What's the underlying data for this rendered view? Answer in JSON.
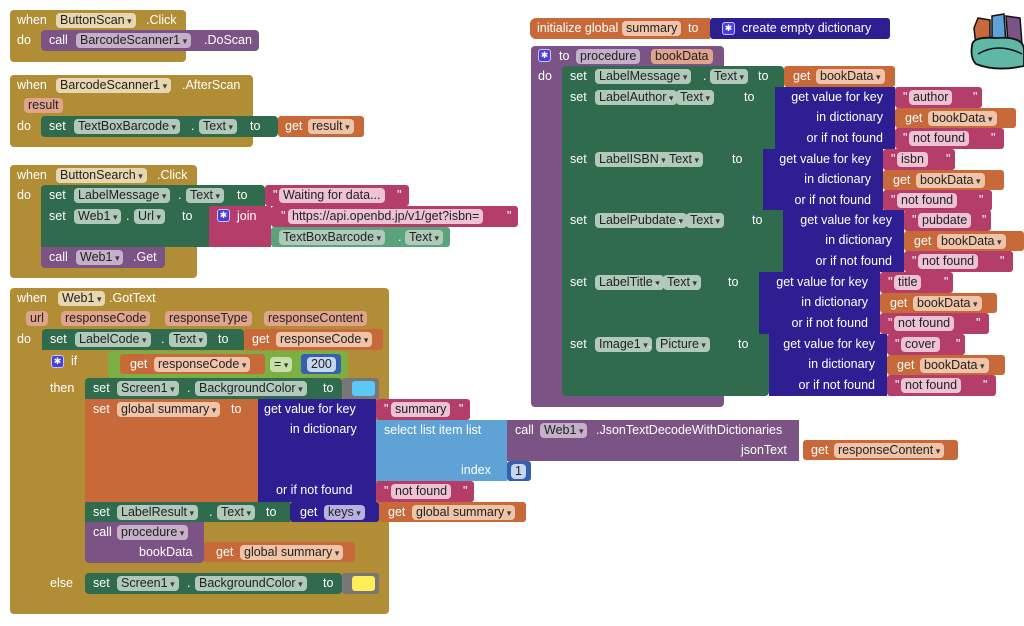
{
  "blocks": {
    "scan_click": {
      "when": "when",
      "component": "ButtonScan",
      "event": ".Click",
      "do": "do",
      "call": "call",
      "callee": "BarcodeScanner1",
      "method": ".DoScan"
    },
    "after_scan": {
      "when": "when",
      "component": "BarcodeScanner1",
      "event": ".AfterScan",
      "param": "result",
      "do": "do",
      "set": "set",
      "target": "TextBoxBarcode",
      "prop": "Text",
      "to": "to",
      "get": "get",
      "var": "result"
    },
    "search_click": {
      "when": "when",
      "component": "ButtonSearch",
      "event": ".Click",
      "do": "do",
      "set1": {
        "set": "set",
        "target": "LabelMessage",
        "prop": "Text",
        "to": "to",
        "value": "Waiting for data..."
      },
      "set2": {
        "set": "set",
        "target": "Web1",
        "prop": "Url",
        "to": "to",
        "join": "join",
        "url": "https://api.openbd.jp/v1/get?isbn=",
        "comp": "TextBoxBarcode",
        "comp_prop": "Text"
      },
      "call": {
        "call": "call",
        "target": "Web1",
        "method": ".Get"
      }
    },
    "got_text": {
      "when": "when",
      "component": "Web1",
      "event": ".GotText",
      "params": [
        "url",
        "responseCode",
        "responseType",
        "responseContent"
      ],
      "do": "do",
      "set_code": {
        "set": "set",
        "target": "LabelCode",
        "prop": "Text",
        "to": "to",
        "get": "get",
        "var": "responseCode"
      },
      "if": {
        "if": "if",
        "get": "get",
        "var": "responseCode",
        "op": "=",
        "num": "200",
        "then": "then",
        "else": "else"
      },
      "set_bg1": {
        "set": "set",
        "target": "Screen1",
        "prop": "BackgroundColor",
        "to": "to",
        "color": "#5bc8f5"
      },
      "set_summary": {
        "set": "set",
        "var": "global summary",
        "to": "to",
        "gvk": "get value for key",
        "key": "summary",
        "in_dict": "in dictionary",
        "select": "select list item  list",
        "call": "call",
        "web": "Web1",
        "decode": ".JsonTextDecodeWithDictionaries",
        "json_text": "jsonText",
        "get": "get",
        "content": "responseContent",
        "index": "index",
        "index_val": "1",
        "not_found_label": "or if not found",
        "not_found": "not found"
      },
      "set_result": {
        "set": "set",
        "target": "LabelResult",
        "prop": "Text",
        "to": "to",
        "get": "get",
        "keys": "keys",
        "get2": "get",
        "var": "global summary"
      },
      "call_proc": {
        "call": "call",
        "proc": "procedure",
        "arg": "bookData",
        "get": "get",
        "var": "global summary"
      },
      "set_bg2": {
        "set": "set",
        "target": "Screen1",
        "prop": "BackgroundColor",
        "to": "to",
        "color": "#ffee55"
      }
    },
    "init_global": {
      "label": "initialize global",
      "name": "summary",
      "to": "to",
      "create": "create empty dictionary"
    },
    "procedure": {
      "to": "to",
      "name": "procedure",
      "param": "bookData",
      "do": "do",
      "set_msg": {
        "set": "set",
        "target": "LabelMessage",
        "prop": "Text",
        "to": "to",
        "get": "get",
        "var": "bookData"
      },
      "rows": [
        {
          "set": "set",
          "target": "LabelAuthor",
          "prop": "Text",
          "to": "to",
          "gvk": "get value for key",
          "key": "author",
          "in_dict": "in dictionary",
          "get": "get",
          "var": "bookData",
          "nf_label": "or if not found",
          "nf": "not found"
        },
        {
          "set": "set",
          "target": "LabelISBN",
          "prop": "Text",
          "to": "to",
          "gvk": "get value for key",
          "key": "isbn",
          "in_dict": "in dictionary",
          "get": "get",
          "var": "bookData",
          "nf_label": "or if not found",
          "nf": "not found"
        },
        {
          "set": "set",
          "target": "LabelPubdate",
          "prop": "Text",
          "to": "to",
          "gvk": "get value for key",
          "key": "pubdate",
          "in_dict": "in dictionary",
          "get": "get",
          "var": "bookData",
          "nf_label": "or if not found",
          "nf": "not found"
        },
        {
          "set": "set",
          "target": "LabelTitle",
          "prop": "Text",
          "to": "to",
          "gvk": "get value for key",
          "key": "title",
          "in_dict": "in dictionary",
          "get": "get",
          "var": "bookData",
          "nf_label": "or if not found",
          "nf": "not found"
        },
        {
          "set": "set",
          "target": "Image1",
          "prop": "Picture",
          "to": "to",
          "gvk": "get value for key",
          "key": "cover",
          "in_dict": "in dictionary",
          "get": "get",
          "var": "bookData",
          "nf_label": "or if not found",
          "nf": "not found"
        }
      ]
    }
  },
  "icons": {
    "backpack": "backpack-icon",
    "gear": "gear-icon"
  }
}
